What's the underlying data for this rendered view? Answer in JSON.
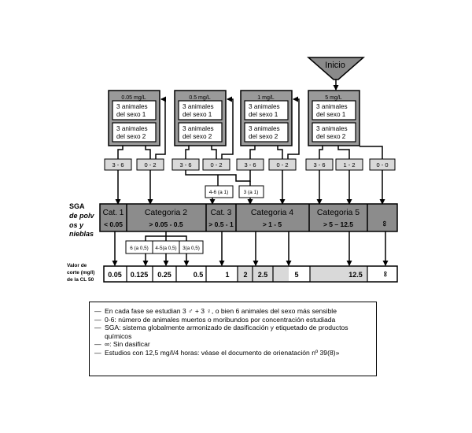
{
  "start": {
    "label": "Inicio"
  },
  "stages": [
    {
      "concentration": "0.05 mg/L",
      "group1": [
        "3 animales",
        "del sexo 1"
      ],
      "group2": [
        "3 animales",
        "del sexo 2"
      ],
      "outcomes": [
        "3 - 6",
        "0 - 2"
      ]
    },
    {
      "concentration": "0.5 mg/L",
      "group1": [
        "3 animales",
        "del sexo 1"
      ],
      "group2": [
        "3 animales",
        "del sexo 2"
      ],
      "outcomes": [
        "3 - 6",
        "0 - 2"
      ]
    },
    {
      "concentration": "1  mg/L",
      "group1": [
        "3 animales",
        "del sexo 1"
      ],
      "group2": [
        "3 animales",
        "del sexo 2"
      ],
      "outcomes": [
        "3 - 6",
        "0 - 2"
      ]
    },
    {
      "concentration": "5 mg/L",
      "group1": [
        "3 animales",
        "del sexo 1"
      ],
      "group2": [
        "3 animales",
        "del sexo 2"
      ],
      "outcomes": [
        "3 - 6",
        "1 - 2",
        "0 - 0"
      ]
    }
  ],
  "mid_boxes": [
    "4-6 (a 1)",
    "3 (a 1)"
  ],
  "sga_label": {
    "line1": "SGA",
    "line2": "de polv",
    "line3": "os y",
    "line4": "nieblas"
  },
  "categories": [
    {
      "name": "Cat. 1",
      "range": "< 0.05"
    },
    {
      "name": "Categoria 2",
      "range": "> 0.05  -  0.5"
    },
    {
      "name": "Cat. 3",
      "range": "> 0.5 - 1"
    },
    {
      "name": "Categoria 4",
      "range": "> 1 - 5"
    },
    {
      "name": "Categoria 5",
      "range": "> 5 – 12.5"
    },
    {
      "name": "",
      "range": "∞"
    }
  ],
  "sub_boxes": [
    "6 (a 0,5)",
    "4-5(a 0,5)",
    "3(a 0,5)"
  ],
  "cutoff_label": {
    "line1": "Valor de",
    "line2": "corte (mg/l)",
    "line3": "de la CL 50"
  },
  "cutoffs": [
    "0.05",
    "0.125",
    "0.25",
    "0.5",
    "1",
    "2",
    "2.5",
    "5",
    "12.5",
    "∞"
  ],
  "legend": [
    "En cada fase se estudian 3 ♂ + 3 ♀, o bien 6 animales del sexo más sensible",
    "0-6: número de animales muertos o moribundos por concentración estudiada",
    "SGA: sistema globalmente armonizado de dasificación y etiquetado de productos químicos",
    "∞: Sin dasificar",
    "Estudios con 12,5 mg/l/4 horas: véase el documento de orienatación nº 39(8)»"
  ]
}
